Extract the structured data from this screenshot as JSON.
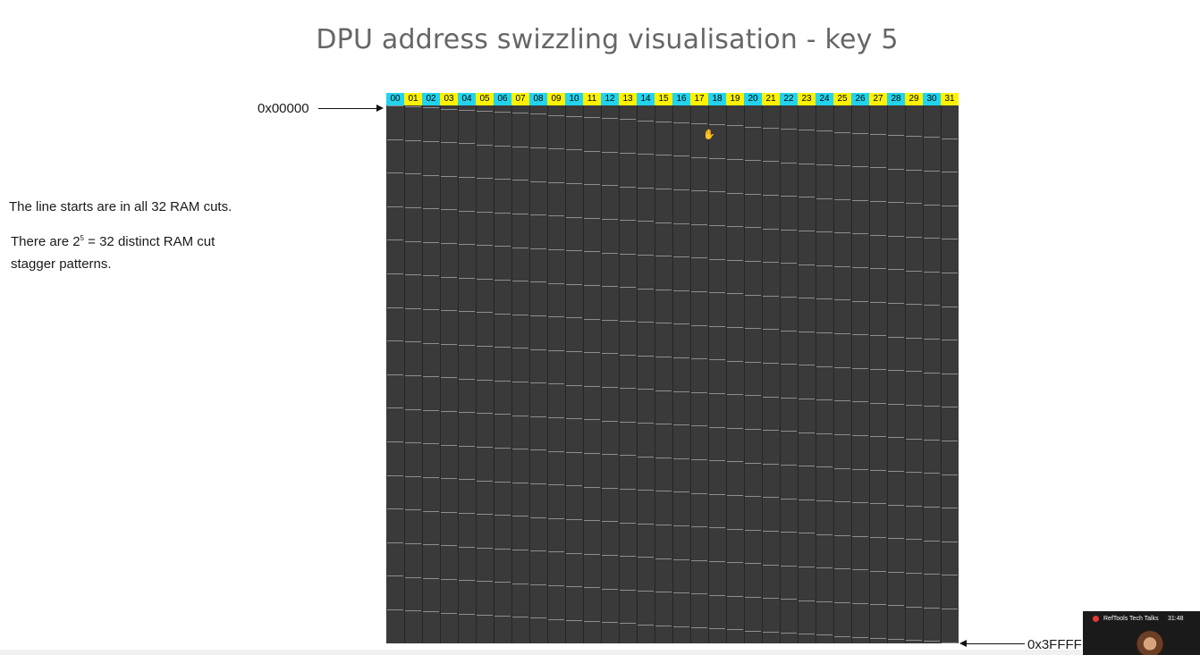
{
  "slide": {
    "title": "DPU address swizzling visualisation - key 5",
    "left_text": {
      "line1": "The line starts are in all 32 RAM cuts.",
      "line2_pre": "There are 2",
      "line2_sup": "5",
      "line2_post": " = 32 distinct RAM cut",
      "line3": "stagger patterns."
    },
    "start_address": "0x00000",
    "end_address": "0x3FFFF"
  },
  "ram_cuts": {
    "labels": [
      "00",
      "01",
      "02",
      "03",
      "04",
      "05",
      "06",
      "07",
      "08",
      "09",
      "10",
      "11",
      "12",
      "13",
      "14",
      "15",
      "16",
      "17",
      "18",
      "19",
      "20",
      "21",
      "22",
      "23",
      "24",
      "25",
      "26",
      "27",
      "28",
      "29",
      "30",
      "31"
    ],
    "even_color": "#22d3ee",
    "odd_color": "#fff200",
    "grid_color": "#3a3a3a",
    "line_color": "#8e8e8e"
  },
  "overlay": {
    "channel": "RefTools Tech Talks",
    "time": "31:48"
  }
}
